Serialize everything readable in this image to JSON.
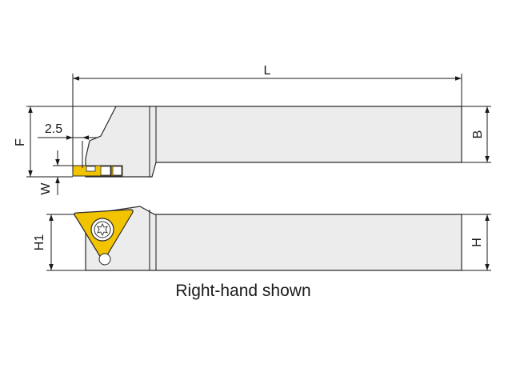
{
  "dimensions": {
    "length": "L",
    "width": "B",
    "height": "H",
    "shank_height": "H1",
    "offset": "F",
    "cut_width": "W",
    "depth": "2.5"
  },
  "caption": "Right-hand shown",
  "colors": {
    "insert": "#f2c400",
    "body": "#ececec",
    "outline": "#2a2a2a"
  },
  "icons": {
    "screw": "torx-screw-icon"
  }
}
